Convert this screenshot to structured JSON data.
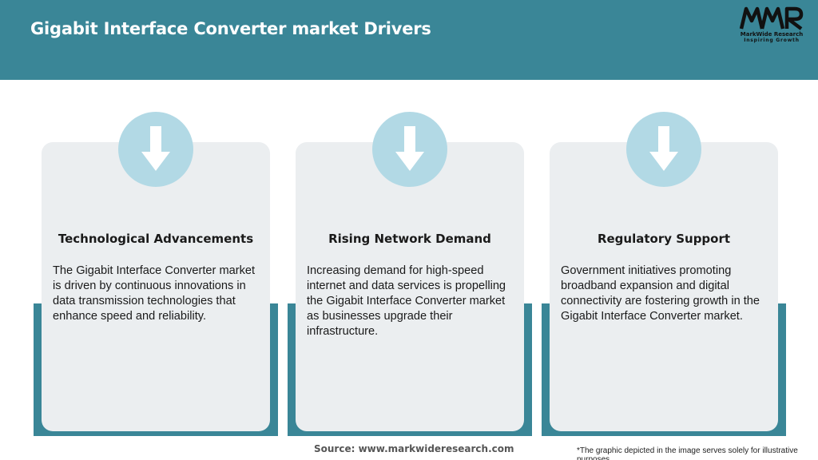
{
  "header": {
    "title": "Gigabit Interface Converter market Drivers",
    "logo": {
      "mark": "MWR",
      "name": "MarkWide Research",
      "tagline": "Inspiring Growth"
    }
  },
  "colors": {
    "accent": "#3a8697",
    "card": "#ebeef0",
    "circle": "#b2d9e5",
    "arrow": "#ffffff"
  },
  "cards": [
    {
      "icon": "arrow-down-icon",
      "title": "Technological Advancements",
      "body": "The Gigabit Interface Converter market is driven by continuous innovations in data transmission technologies that enhance speed and reliability."
    },
    {
      "icon": "arrow-down-icon",
      "title": "Rising Network Demand",
      "body": "Increasing demand for high-speed internet and data services is propelling the Gigabit Interface Converter market as businesses upgrade their infrastructure."
    },
    {
      "icon": "arrow-down-icon",
      "title": "Regulatory Support",
      "body": "Government initiatives promoting broadband expansion and digital connectivity are fostering growth in the Gigabit Interface Converter market."
    }
  ],
  "footer": {
    "source": "Source: www.markwideresearch.com",
    "note": "*The graphic depicted in the image serves solely for illustrative purposes"
  }
}
